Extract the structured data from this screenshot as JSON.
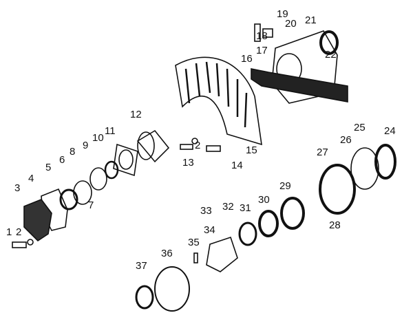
{
  "diagram": {
    "callouts": [
      "19",
      "20",
      "21",
      "22",
      "18",
      "17",
      "16",
      "12",
      "11",
      "10",
      "9",
      "8",
      "6",
      "5",
      "4",
      "3",
      "7",
      "1",
      "2",
      "13",
      "2",
      "14",
      "15",
      "27",
      "26",
      "25",
      "24",
      "29",
      "30",
      "31",
      "32",
      "33",
      "34",
      "28",
      "35",
      "36",
      "37"
    ]
  },
  "colors": {
    "ink": "#111111",
    "paper": "#ffffff"
  }
}
